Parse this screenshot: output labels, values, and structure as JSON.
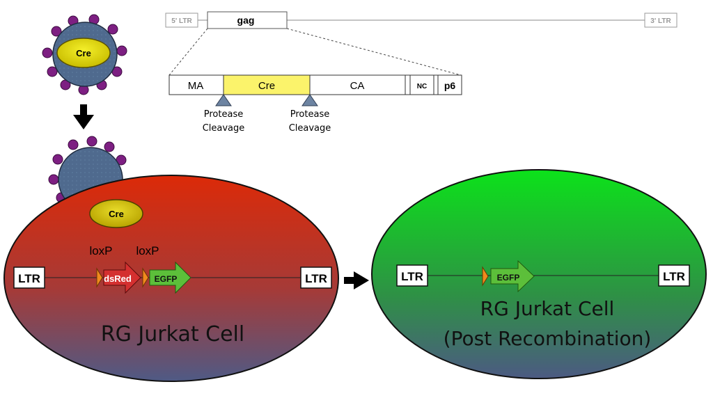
{
  "genome": {
    "ltr5": "5' LTR",
    "gag": "gag",
    "ltr3": "3' LTR"
  },
  "gag_segments": {
    "ma": "MA",
    "cre": "Cre",
    "ca": "CA",
    "nc": "NC",
    "p6": "p6"
  },
  "cleavage": {
    "left_line1": "Protease",
    "left_line2": "Cleavage",
    "right_line1": "Protease",
    "right_line2": "Cleavage"
  },
  "virion": {
    "cre_top": "Cre",
    "cre_inside": "Cre"
  },
  "cell_left": {
    "loxp1": "loxP",
    "loxp2": "loxP",
    "ltr_left": "LTR",
    "ltr_right": "LTR",
    "dsred": "dsRed",
    "egfp": "EGFP",
    "title": "RG Jurkat Cell"
  },
  "cell_right": {
    "ltr_left": "LTR",
    "ltr_right": "LTR",
    "egfp": "EGFP",
    "title_line1": "RG Jurkat Cell",
    "title_line2": "(Post Recombination)"
  },
  "colors": {
    "virion_body": "#4a6487",
    "spike": "#7d1f82",
    "cre_fill": "#e6e000",
    "red_cell": "#d42a10",
    "green_cell": "#19d61f",
    "dsred_arrow": "#d43030",
    "egfp_arrow": "#5cbf3a",
    "loxp": "#f08a1e",
    "cre_segment": "#fbf36b",
    "cleavage_marker": "#6d84a2"
  }
}
